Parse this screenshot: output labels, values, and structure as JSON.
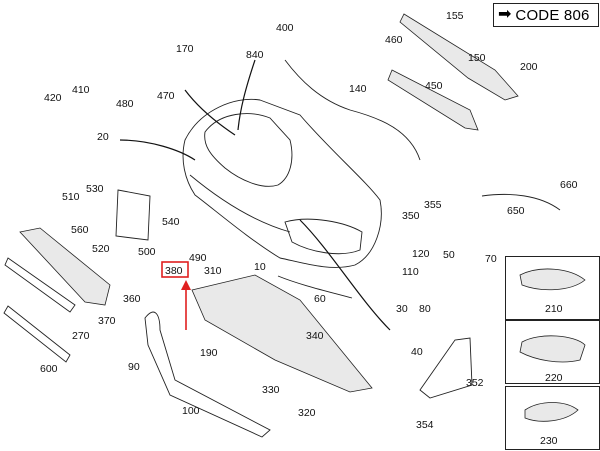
{
  "code_box": {
    "arrow_icon": "arrow-right-icon",
    "text": "CODE 806"
  },
  "highlight": {
    "color": "#e02020",
    "label": "380"
  },
  "labels": {
    "l155": "155",
    "l400": "400",
    "l170": "170",
    "l840": "840",
    "l460": "460",
    "l150": "150",
    "l200": "200",
    "l410": "410",
    "l420": "420",
    "l480": "480",
    "l470": "470",
    "l140": "140",
    "l450": "450",
    "l20": "20",
    "l490": "490",
    "l510": "510",
    "l530": "530",
    "l560": "560",
    "l520": "520",
    "l500": "500",
    "l540": "540",
    "l350": "350",
    "l355": "355",
    "l650": "650",
    "l660": "660",
    "l120": "120",
    "l110": "110",
    "l50": "50",
    "l70": "70",
    "l10": "10",
    "l310": "310",
    "l360": "360",
    "l370": "370",
    "l270": "270",
    "l60": "60",
    "l30": "30",
    "l80": "80",
    "l340": "340",
    "l190": "190",
    "l90": "90",
    "l600": "600",
    "l40": "40",
    "l352": "352",
    "l330": "330",
    "l320": "320",
    "l100": "100",
    "l354": "354",
    "l210": "210",
    "l220": "220",
    "l230": "230"
  }
}
